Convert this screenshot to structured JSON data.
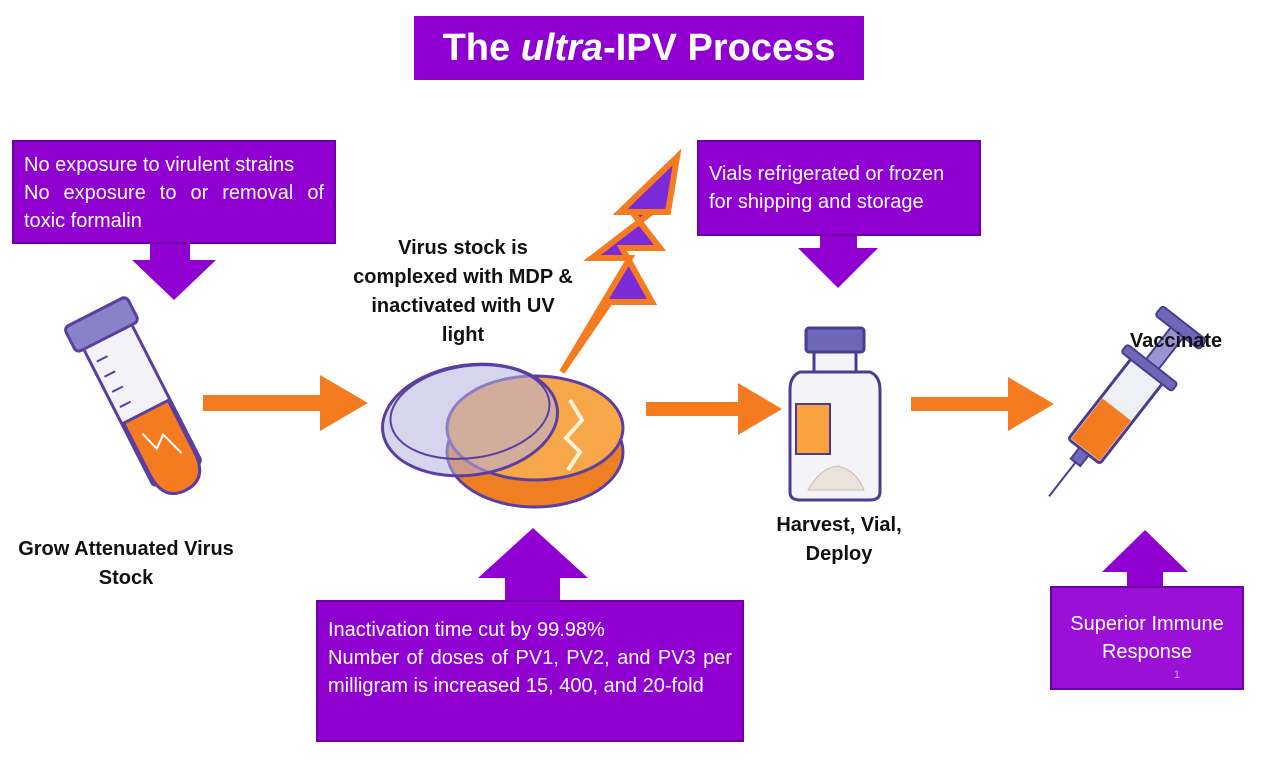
{
  "title": {
    "prefix": "The ",
    "italic": "ultra",
    "suffix": "-IPV Process"
  },
  "top_left_box": {
    "line1": "No exposure to virulent strains",
    "line2": "No exposure to or removal of toxic formalin"
  },
  "top_right_box": {
    "text": "Vials refrigerated or frozen for shipping and storage"
  },
  "bottom_center_box": {
    "line1": "Inactivation time cut by 99.98%",
    "line2": "Number of doses of PV1, PV2, and PV3 per milligram is increased 15, 400, and 20-fold"
  },
  "bottom_right_box": {
    "text": "Superior Immune Response",
    "page_number": "1"
  },
  "steps": {
    "grow": "Grow Attenuated Virus Stock",
    "virus": "Virus stock is complexed with MDP & inactivated with UV light",
    "harvest": "Harvest, Vial, Deploy",
    "vaccinate": "Vaccinate"
  },
  "icons": {
    "test_tube": "test-tube-icon",
    "petri_dish": "petri-dish-icon",
    "uv_light": "lightning-bolt-icon",
    "vial": "vial-icon",
    "syringe": "syringe-icon"
  },
  "colors": {
    "purple": "#9000d0",
    "orange": "#f47b20",
    "outline": "#5b3fa0"
  }
}
